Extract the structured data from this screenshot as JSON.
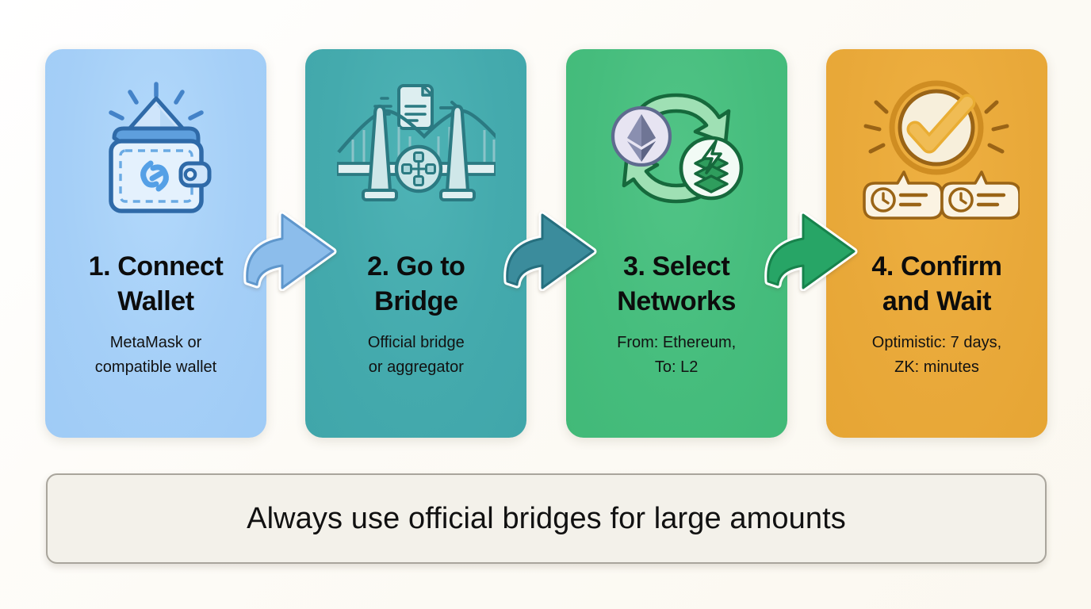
{
  "background_color": "#fdfbf6",
  "steps": [
    {
      "id": "connect-wallet",
      "title": "1. Connect\nWallet",
      "subtitle": "MetaMask or\ncompatible wallet",
      "card_color": "#a5cff7",
      "icon": "wallet-with-link-and-up-arrow-icon",
      "icon_label": "Wallet with chain link and upward arrow"
    },
    {
      "id": "go-to-bridge",
      "title": "2. Go to\nBridge",
      "subtitle": "Official bridge\nor aggregator",
      "card_color": "#44aaad",
      "icon": "suspension-bridge-icon",
      "icon_label": "Suspension bridge with transfer document"
    },
    {
      "id": "select-networks",
      "title": "3. Select\nNetworks",
      "subtitle": "From: Ethereum,\nTo: L2",
      "card_color": "#46bd7d",
      "icon": "network-swap-icon",
      "icon_label": "Ethereum and L2 tokens with circular swap arrows"
    },
    {
      "id": "confirm-and-wait",
      "title": "4. Confirm\nand Wait",
      "subtitle": "Optimistic: 7 days,\nZK: minutes",
      "card_color": "#e9a93a",
      "icon": "checkmark-badge-with-clocks-icon",
      "icon_label": "Check mark badge with two clock time bubbles"
    }
  ],
  "arrows": [
    {
      "id": "arrow-step1-to-step2",
      "color": "#7fb6e8",
      "icon": "curved-right-arrow-icon"
    },
    {
      "id": "arrow-step2-to-step3",
      "color": "#2e7f90",
      "icon": "curved-right-arrow-icon"
    },
    {
      "id": "arrow-step3-to-step4",
      "color": "#1f9c5d",
      "icon": "curved-right-arrow-icon"
    }
  ],
  "banner": {
    "text": "Always use official bridges for large amounts",
    "background_color": "#f3f1ea",
    "border_color": "#a9a59c"
  }
}
